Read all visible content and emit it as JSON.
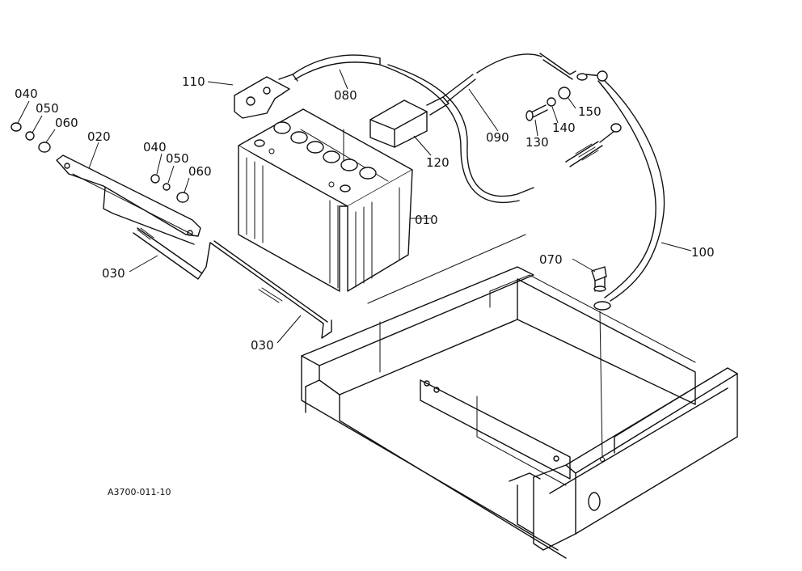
{
  "diagram_code": "A3700-011-10",
  "labels": {
    "p010": "010",
    "p020": "020",
    "p030a": "030",
    "p030b": "030",
    "p040a": "040",
    "p040b": "040",
    "p050a": "050",
    "p050b": "050",
    "p060a": "060",
    "p060b": "060",
    "p070": "070",
    "p080": "080",
    "p090": "090",
    "p100": "100",
    "p110": "110",
    "p120": "120",
    "p130": "130",
    "p140": "140",
    "p150": "150"
  }
}
